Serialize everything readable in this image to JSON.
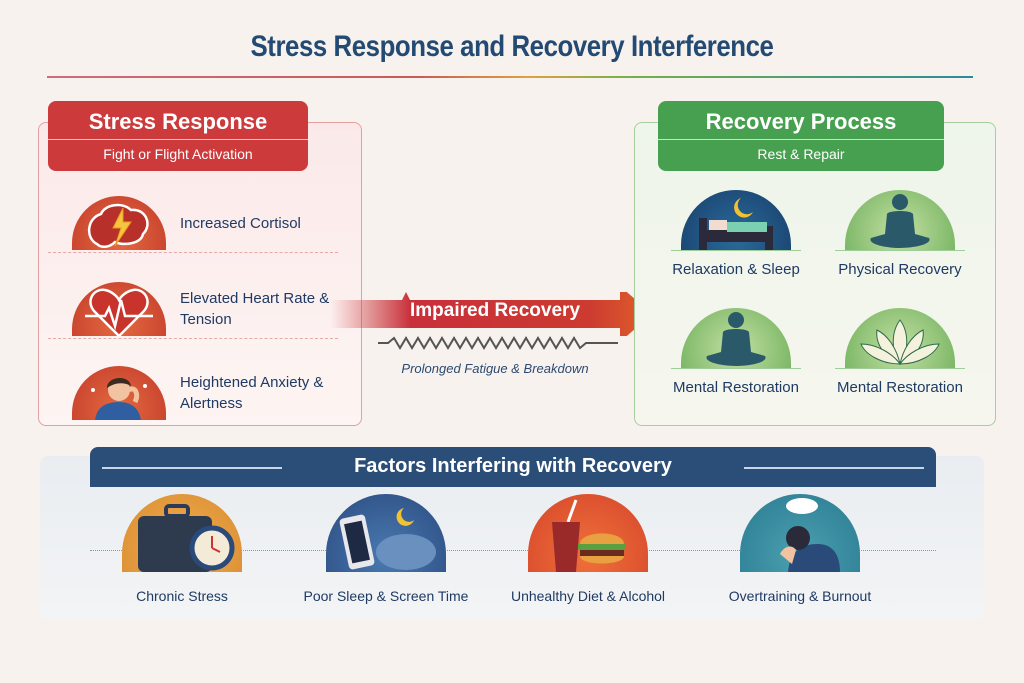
{
  "title": "Stress Response and Recovery Interference",
  "stress_response": {
    "title": "Stress Response",
    "subtitle": "Fight or Flight Activation",
    "items": [
      {
        "icon": "brain-lightning-icon",
        "label": "Increased Cortisol"
      },
      {
        "icon": "heart-pulse-icon",
        "label": "Elevated Heart Rate & Tension"
      },
      {
        "icon": "anxious-person-icon",
        "label": "Heightened Anxiety & Alertness"
      }
    ]
  },
  "arrow": {
    "label": "Impaired Recovery",
    "sublabel": "Prolonged Fatigue & Breakdown"
  },
  "recovery_process": {
    "title": "Recovery Process",
    "subtitle": "Rest & Repair",
    "items": [
      {
        "icon": "bed-moon-icon",
        "label": "Relaxation & Sleep"
      },
      {
        "icon": "meditation-icon",
        "label": "Physical Recovery"
      },
      {
        "icon": "meditation-icon",
        "label": "Mental Restoration"
      },
      {
        "icon": "lotus-icon",
        "label": "Mental Restoration"
      }
    ]
  },
  "factors": {
    "title": "Factors Interfering with Recovery",
    "items": [
      {
        "icon": "briefcase-clock-icon",
        "label": "Chronic Stress"
      },
      {
        "icon": "phone-night-icon",
        "label": "Poor Sleep & Screen Time"
      },
      {
        "icon": "burger-drink-icon",
        "label": "Unhealthy Diet & Alcohol"
      },
      {
        "icon": "burnout-person-icon",
        "label": "Overtraining & Burnout"
      }
    ]
  }
}
